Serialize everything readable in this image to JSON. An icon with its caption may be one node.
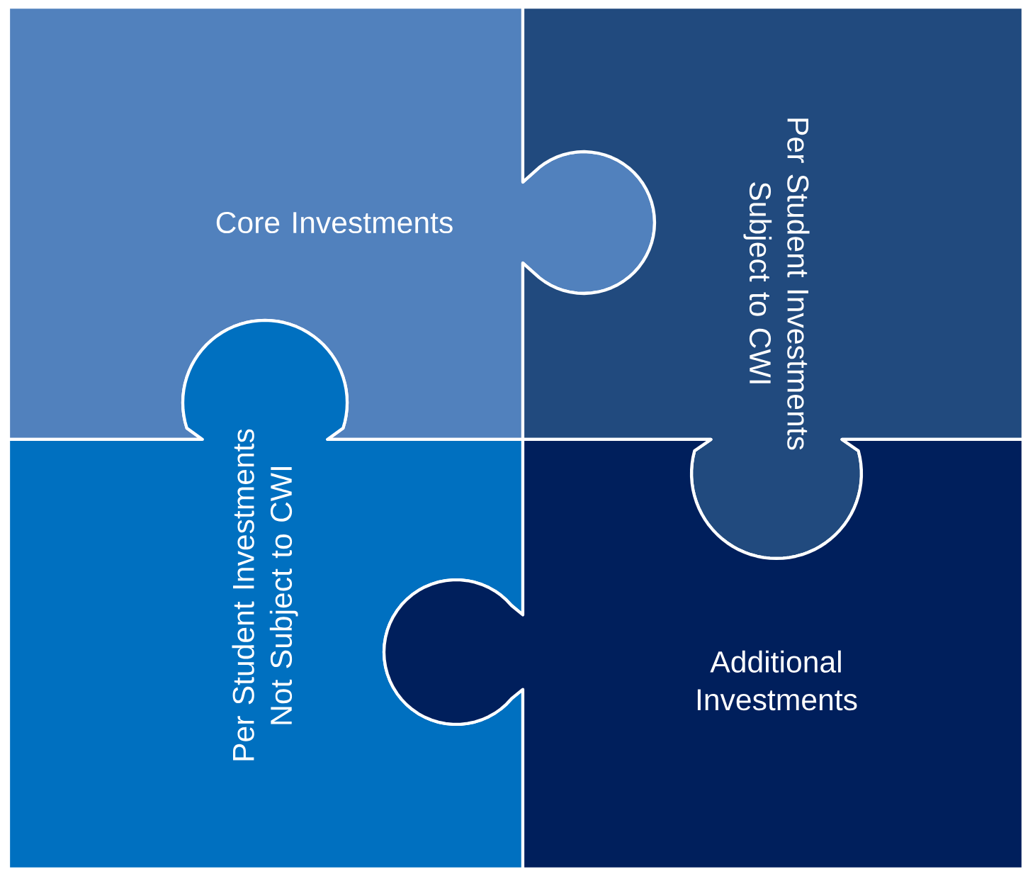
{
  "diagram": {
    "nodes": [
      {
        "text": [
          "Core Investments"
        ]
      },
      {
        "text": [
          "Per Student Investments Subject to CWI"
        ]
      },
      {
        "text": [
          "Per Student Investments Not Subject to CWI"
        ]
      },
      {
        "text": [
          "Additional Investments"
        ]
      }
    ]
  }
}
